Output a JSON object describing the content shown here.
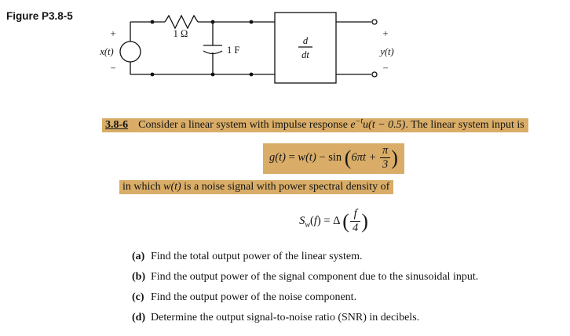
{
  "figure": {
    "label": "Figure P3.8-5",
    "circuit": {
      "source_plus": "+",
      "source_label": "x(t)",
      "source_minus": "−",
      "resistor_label": "1 Ω",
      "capacitor_label": "1 F",
      "box_numerator": "d",
      "box_denominator": "dt",
      "output_plus": "+",
      "output_label": "y(t)",
      "output_minus": "−"
    }
  },
  "problem": {
    "number": "3.8-6",
    "line1": {
      "t1": "Consider a linear system with impulse response ",
      "e": "e",
      "sup": "−t",
      "u": "u(t − 0.5)",
      "t2": ". The linear system input is"
    },
    "eq1": {
      "g": "g(t)",
      "rel": " = ",
      "w": "w(t)",
      "op": " − ",
      "fn": "sin",
      "lp": "(",
      "arg": "6πt + ",
      "num": "π",
      "den": "3",
      "rp": ")"
    },
    "line2": {
      "t1": "in which ",
      "w": "w(t)",
      "t2": " is a noise signal with power spectral density of"
    },
    "eq2": {
      "base": "S",
      "sub": "w",
      "open": "(",
      "f": "f",
      "close": ") = Δ ",
      "lp": "(",
      "num": "f",
      "den": "4",
      "rp": ")"
    },
    "parts": [
      {
        "label": "(a)",
        "text": "Find the total output power of the linear system."
      },
      {
        "label": "(b)",
        "text": "Find the output power of the signal component due to the sinusoidal input."
      },
      {
        "label": "(c)",
        "text": "Find the output power of the noise component."
      },
      {
        "label": "(d)",
        "text": "Determine the output signal-to-noise ratio (SNR) in decibels."
      }
    ]
  }
}
